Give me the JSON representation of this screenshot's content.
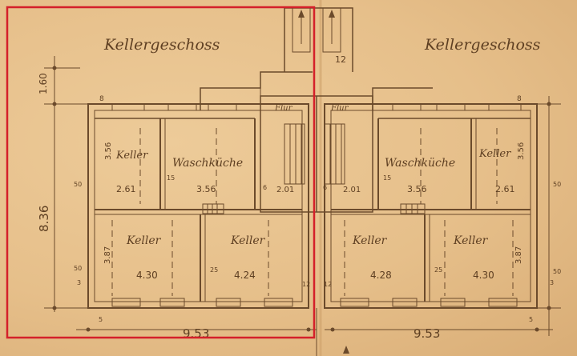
{
  "drawing": {
    "left_title": "Kellergeschoss",
    "right_title": "Kellergeschoss",
    "left_total_width": "9.53",
    "right_total_width": "9.53",
    "left_total_depth": "8.36",
    "left_top_offset": "1.60",
    "flur_left": "Flur",
    "flur_right": "Flur",
    "arrow_top_center": "12",
    "left_rooms": {
      "keller_small": "Keller",
      "keller_small_width": "2.61",
      "keller_small_depth": "3.56",
      "waschkueche": "Waschküche",
      "waschkueche_width": "3.56",
      "flur_width": "2.01",
      "keller_lower_left": "Keller",
      "keller_lower_left_width": "4.30",
      "keller_lower_left_depth": "3.87",
      "keller_lower_right": "Keller",
      "keller_lower_right_width": "4.24"
    },
    "right_rooms": {
      "keller_small": "Keller",
      "keller_small_width": "2.61",
      "keller_small_depth": "3.56",
      "waschkueche": "Waschküche",
      "waschkueche_width": "3.56",
      "flur_width": "2.01",
      "keller_lower_left": "Keller",
      "keller_lower_left_width": "4.28",
      "keller_lower_right": "Keller",
      "keller_lower_right_width": "4.30",
      "keller_lower_right_depth": "3.87"
    },
    "small_dims": [
      "50",
      "50",
      "50",
      "50",
      "8",
      "8",
      "5",
      "5",
      "3",
      "3",
      "12",
      "12",
      "6",
      "6",
      "25",
      "25",
      "15",
      "15"
    ],
    "highlight_color": "#d4202a",
    "ink_color": "#6b4a2b",
    "paper_color": "#e7c08c"
  }
}
